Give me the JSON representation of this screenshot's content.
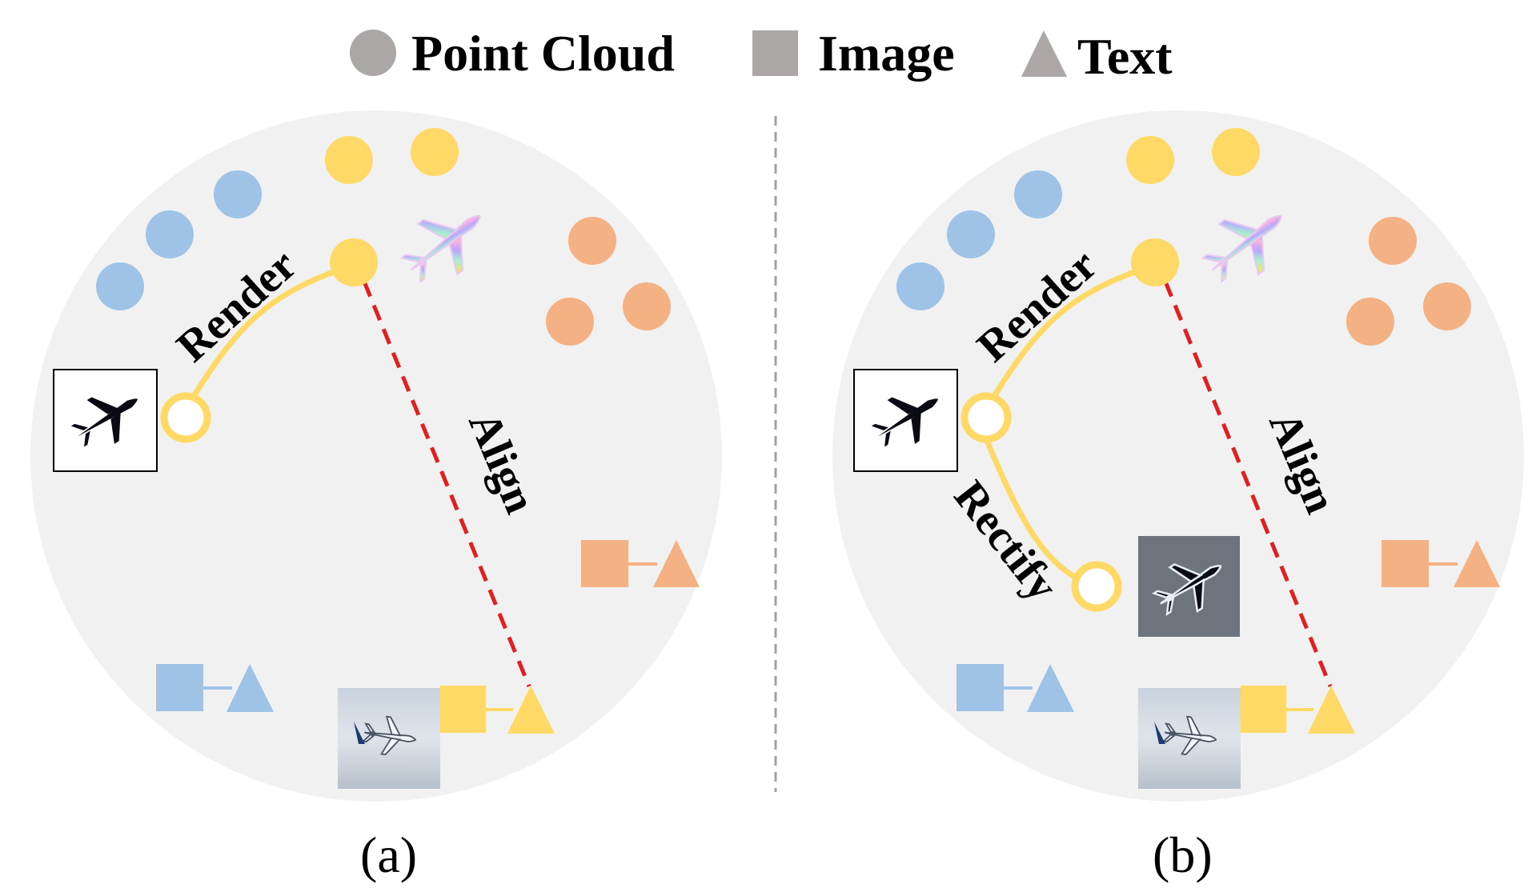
{
  "legend": {
    "point_cloud": "Point Cloud",
    "image": "Image",
    "text": "Text"
  },
  "panels": [
    {
      "label": "(a)",
      "edges": {
        "render": "Render",
        "align": "Align"
      }
    },
    {
      "label": "(b)",
      "edges": {
        "render": "Render",
        "align": "Align",
        "rectify": "Rectify"
      }
    }
  ],
  "colors": {
    "legend_gray": "#aaa7a6",
    "background_circle": "#f1f1f1",
    "blue": "#9fc3e7",
    "yellow": "#ffd966",
    "orange": "#f4b183",
    "align_red": "#e02020",
    "divider": "#a0a0a0"
  },
  "icons": [
    "airplane-silhouette-icon",
    "rainbow-airplane-point-cloud-icon",
    "airplane-photo-icon",
    "rectified-airplane-icon"
  ]
}
